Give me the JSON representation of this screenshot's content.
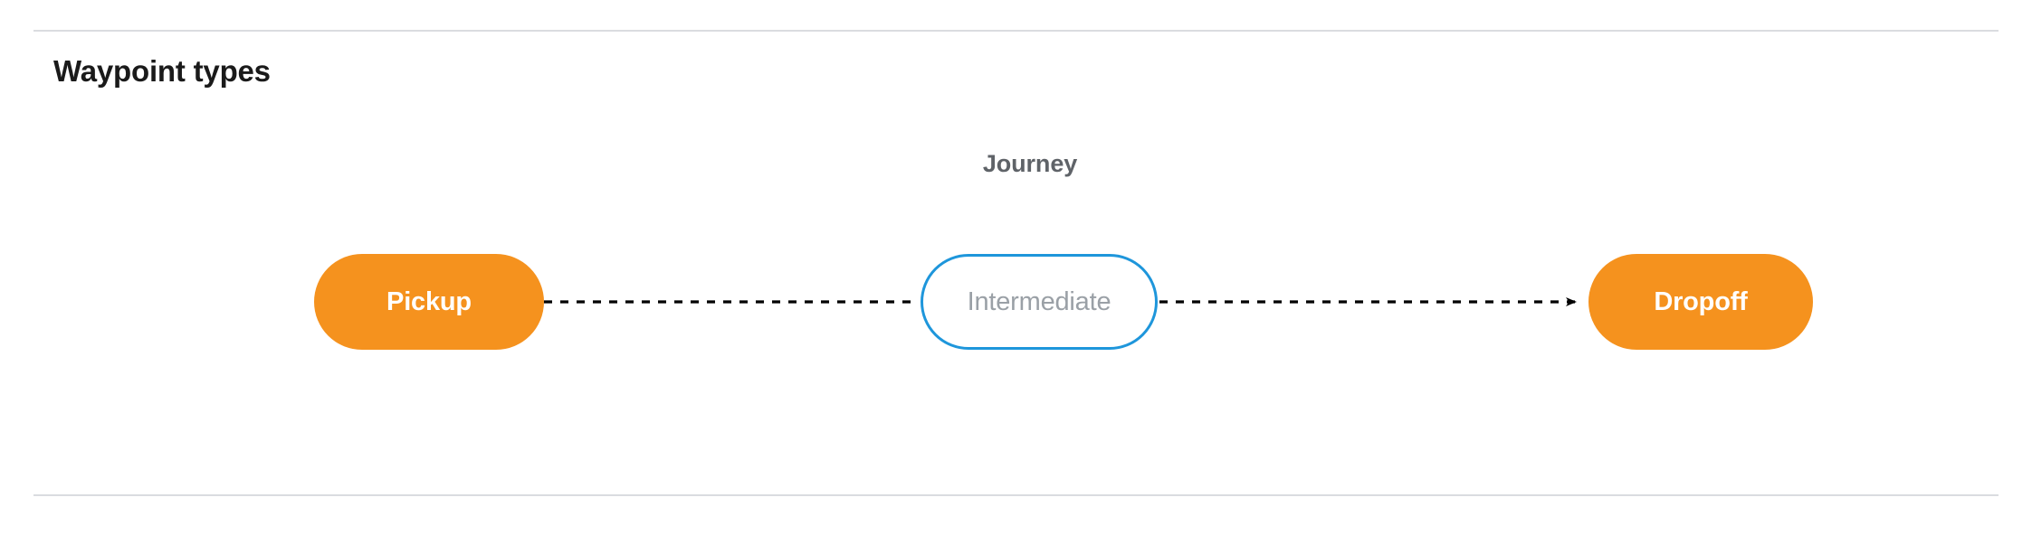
{
  "section": {
    "title": "Waypoint types"
  },
  "diagram": {
    "group_label": "Journey",
    "nodes": [
      {
        "id": "pickup",
        "label": "Pickup",
        "style": "filled",
        "fill_color": "#f5921e",
        "text_color": "#ffffff"
      },
      {
        "id": "intermediate",
        "label": "Intermediate",
        "style": "outlined",
        "fill_color": "#ffffff",
        "border_color": "#1e96db",
        "text_color": "#9aa0a6"
      },
      {
        "id": "dropoff",
        "label": "Dropoff",
        "style": "filled",
        "fill_color": "#f5921e",
        "text_color": "#ffffff"
      }
    ],
    "edges": [
      {
        "id": "pickup-to-intermediate",
        "from": "pickup",
        "to": "intermediate",
        "line_style": "dashed",
        "arrowhead": false,
        "color": "#000000"
      },
      {
        "id": "intermediate-to-dropoff",
        "from": "intermediate",
        "to": "dropoff",
        "line_style": "dashed",
        "arrowhead": true,
        "color": "#000000"
      }
    ]
  },
  "colors": {
    "divider": "#dadce0",
    "title_text": "#1a1a1a",
    "group_label_text": "#5f6368",
    "accent_orange": "#f5921e",
    "accent_blue": "#1e96db",
    "muted_text": "#9aa0a6",
    "background": "#ffffff"
  }
}
